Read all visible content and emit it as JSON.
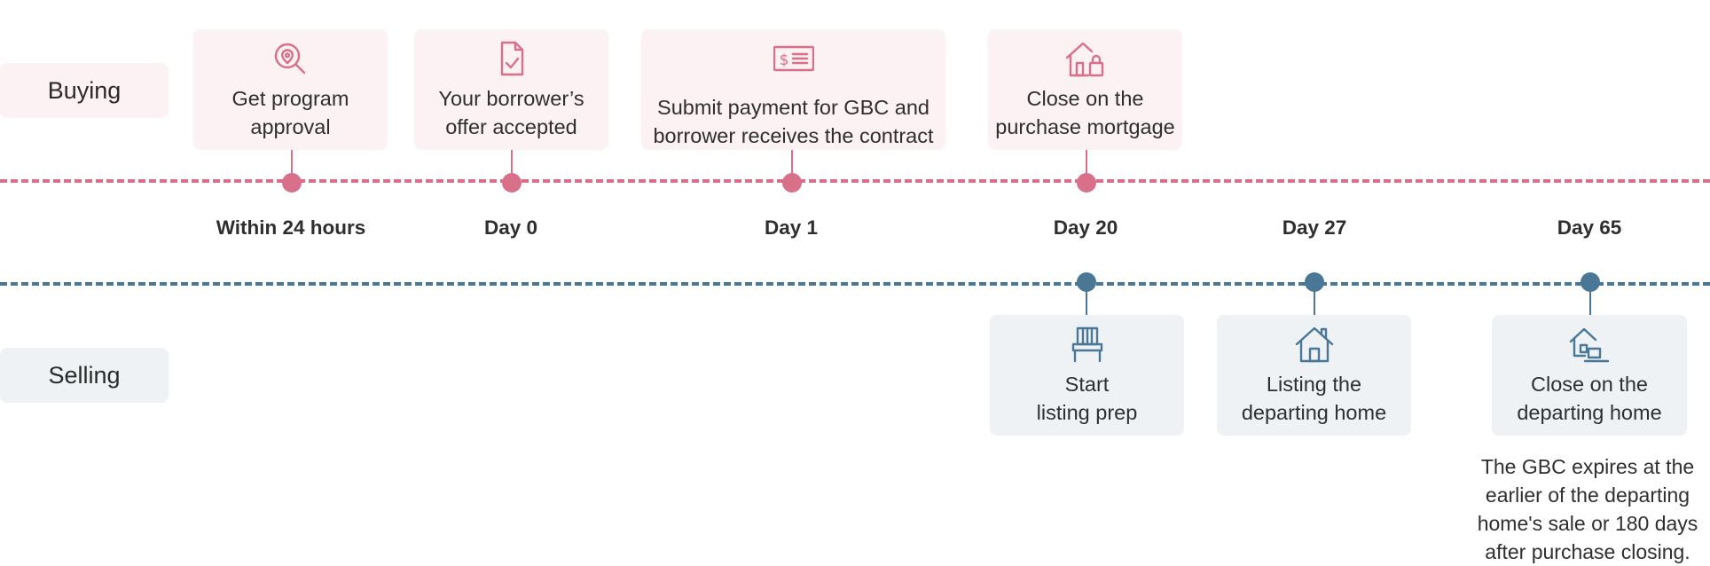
{
  "rows": {
    "buying": "Buying",
    "selling": "Selling"
  },
  "buying_steps": [
    {
      "label": "Get program\napproval",
      "icon": "magnifier-location-icon"
    },
    {
      "label": "Your borrower’s\noffer accepted",
      "icon": "document-check-icon"
    },
    {
      "label": "Submit payment for GBC and\nborrower receives the contract",
      "icon": "check-payment-icon"
    },
    {
      "label": "Close on the\npurchase mortgage",
      "icon": "house-lock-icon"
    }
  ],
  "selling_steps": [
    {
      "label": "Start\nlisting prep",
      "icon": "bench-icon"
    },
    {
      "label": "Listing the\ndeparting home",
      "icon": "house-icon"
    },
    {
      "label": "Close on the\ndeparting home",
      "icon": "house-sold-icon"
    }
  ],
  "days": [
    "Within 24 hours",
    "Day 0",
    "Day 1",
    "Day 20",
    "Day 27",
    "Day 65"
  ],
  "note": "The GBC expires at the\nearlier of the departing\nhome's sale or 180 days\nafter purchase closing.",
  "colors": {
    "buying_accent": "#d8708a",
    "buying_bg": "#fcf1f3",
    "selling_accent": "#4b7797",
    "selling_bg": "#eef2f5"
  }
}
